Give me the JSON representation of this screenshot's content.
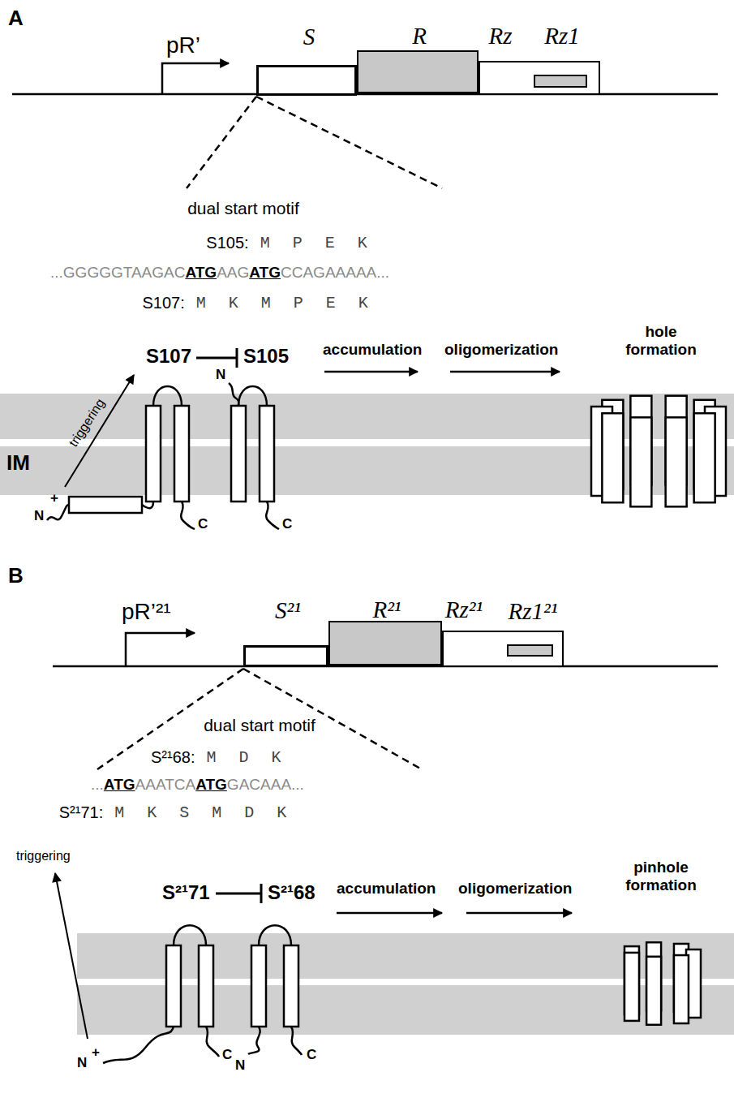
{
  "diagram": {
    "nodes": [
      {
        "text": [
          "S"
        ]
      },
      {
        "text": [
          "R"
        ]
      },
      {
        "text": [
          "Rz"
        ]
      },
      {
        "text": [
          "Rz1"
        ],
        "in": 2
      },
      {
        "text": [
          "S²¹"
        ]
      },
      {
        "text": [
          "R²¹"
        ]
      },
      {
        "text": [
          "Rz²¹"
        ]
      },
      {
        "text": [
          "Rz1²¹"
        ],
        "in": 6
      }
    ],
    "labels": [
      "A",
      "pR’",
      "dual start motif",
      "S105:",
      "M P E K",
      "...GGGGGTAAGAC",
      "ATG",
      "AAG",
      "ATG",
      "CCAGAAAAA...",
      "S107:",
      "M K M P E K",
      "S107",
      "S105",
      "N",
      "accumulation",
      "oligomerization",
      "hole formation",
      "triggering",
      "IM",
      "+",
      "N",
      "C",
      "C",
      "B",
      "pR’²¹",
      "dual start motif",
      "S²¹68:",
      "M D K",
      "...",
      "ATG",
      "AAATCA",
      "ATG",
      "GACAAA...",
      "S²¹71:",
      "M K S M D K",
      "S²¹71",
      "S²¹68",
      "accumulation",
      "oligomerization",
      "pinhole formation",
      "triggering",
      "N",
      "+",
      "C",
      "N",
      "C"
    ]
  }
}
